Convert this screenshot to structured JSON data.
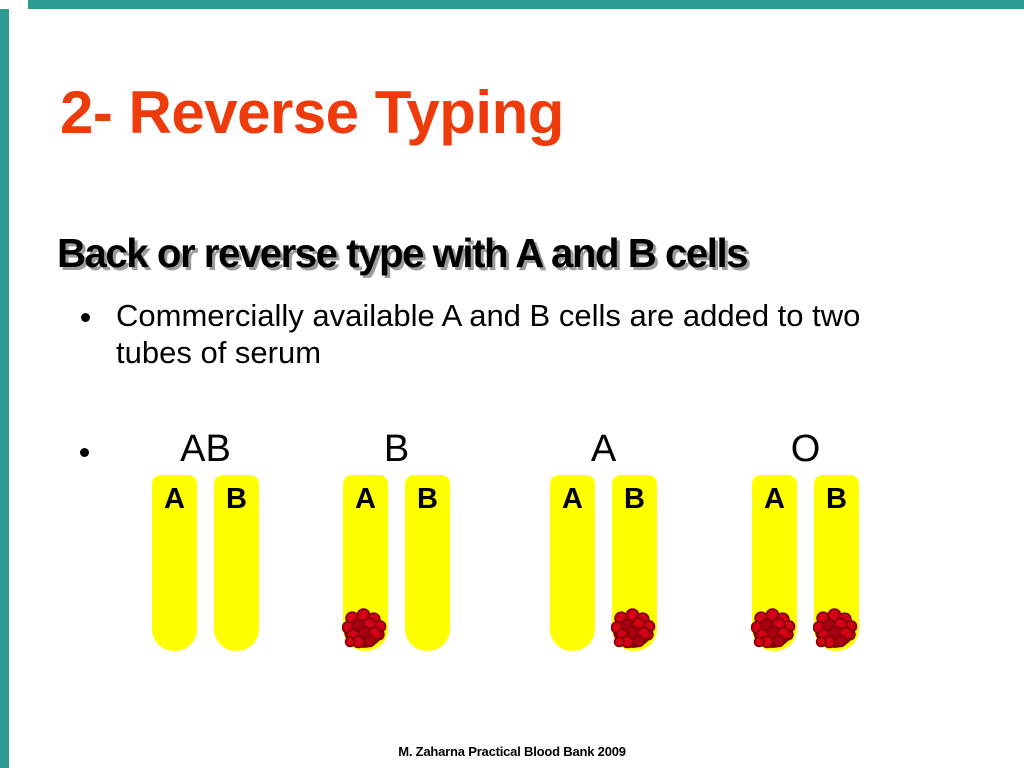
{
  "slide_title": "2- Reverse Typing",
  "heading": "Back or reverse type with A and B cells",
  "bullet_text": "Commercially available A and B cells are added to two tubes of serum",
  "reverse_typing_results": {
    "groups": [
      {
        "blood_type": "AB",
        "tubes": [
          {
            "cell_label": "A",
            "agglutination": false
          },
          {
            "cell_label": "B",
            "agglutination": false
          }
        ]
      },
      {
        "blood_type": "B",
        "tubes": [
          {
            "cell_label": "A",
            "agglutination": true
          },
          {
            "cell_label": "B",
            "agglutination": false
          }
        ]
      },
      {
        "blood_type": "A",
        "tubes": [
          {
            "cell_label": "A",
            "agglutination": false
          },
          {
            "cell_label": "B",
            "agglutination": true
          }
        ]
      },
      {
        "blood_type": "O",
        "tubes": [
          {
            "cell_label": "A",
            "agglutination": true
          },
          {
            "cell_label": "B",
            "agglutination": true
          }
        ]
      }
    ]
  },
  "footer_credit": "M. Zaharna Practical Blood Bank 2009",
  "colors": {
    "title_red": "#EE3B0C",
    "accent_teal": "#2E9B90",
    "tube_yellow": "#FFFF00",
    "cell_red": "#D40018",
    "cell_red_dark": "#7E0000"
  }
}
